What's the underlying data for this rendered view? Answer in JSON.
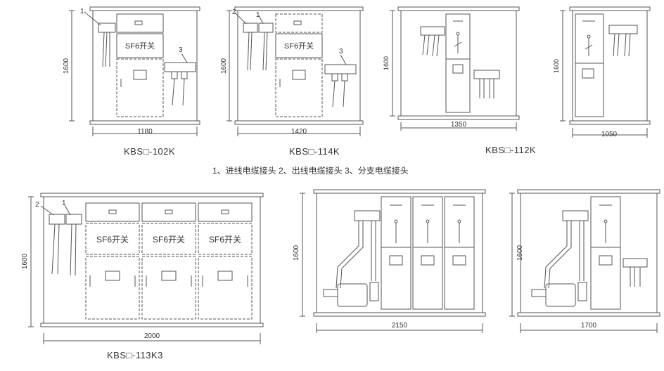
{
  "units": [
    {
      "model": "KBS□-102K",
      "width_dim": "1180",
      "height_dim": "1600",
      "sf6": "SF6开关",
      "callouts": [
        "1",
        "3"
      ]
    },
    {
      "model": "KBS□-114K",
      "width_dim": "1420",
      "height_dim": "1600",
      "sf6": "SF6开关",
      "callouts": [
        "2",
        "1",
        "3"
      ]
    },
    {
      "model": "KBS□-112K",
      "width_dim": "1350",
      "height_dim": "1600"
    },
    {
      "width_dim": "1050",
      "height_dim": "1600"
    },
    {
      "model": "KBS□-113K3",
      "width_dim": "2000",
      "height_dim": "1600",
      "sf6": [
        "SF6开关",
        "SF6开关",
        "SF6开关"
      ],
      "callouts": [
        "2",
        "1"
      ]
    },
    {
      "width_dim": "2150",
      "height_dim": "1600"
    },
    {
      "width_dim": "1700",
      "height_dim": "1600"
    }
  ],
  "legend": "1、进线电缆接头  2、出线电缆接头  3、分支电缆接头",
  "colors": {
    "line": "#555555",
    "text": "#333333",
    "background": "#ffffff"
  }
}
